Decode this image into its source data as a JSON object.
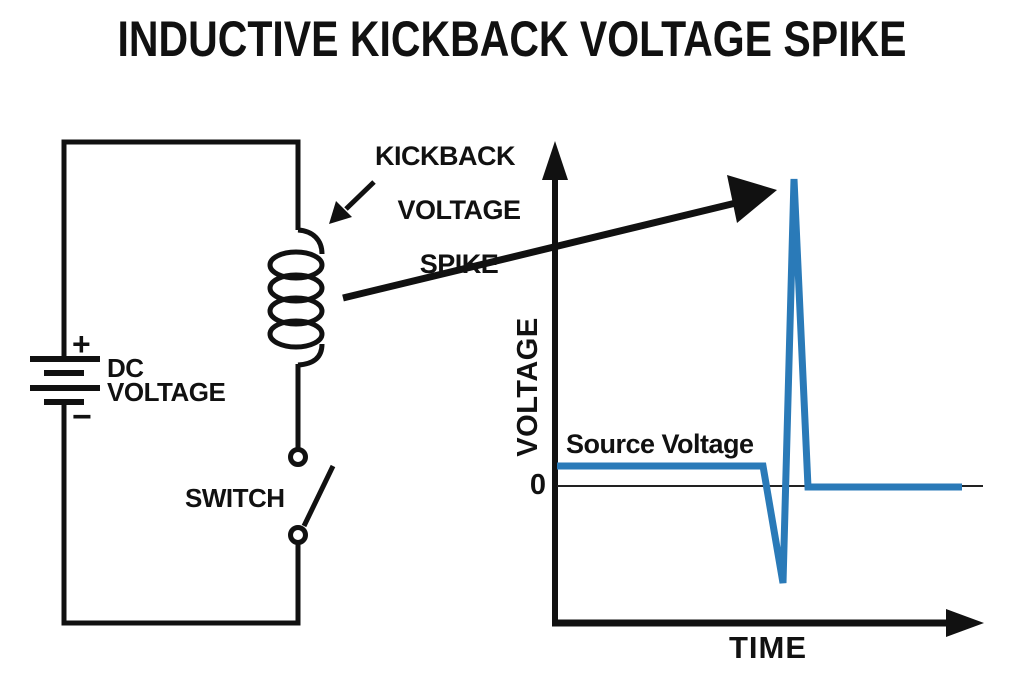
{
  "title": "INDUCTIVE KICKBACK VOLTAGE SPIKE",
  "colors": {
    "ink": "#111111",
    "trace_blue": "#2a7ab8",
    "zero_line": "#222222",
    "background": "#ffffff"
  },
  "circuit": {
    "battery": {
      "plus": "+",
      "minus": "−",
      "label_line1": "DC",
      "label_line2": "VOLTAGE"
    },
    "switch_label": "SWITCH",
    "kickback_label": {
      "line1": "KICKBACK",
      "line2": "VOLTAGE",
      "line3": "SPIKE"
    }
  },
  "graph": {
    "y_axis_label": "VOLTAGE",
    "x_axis_label": "TIME",
    "zero_tick": "0",
    "series_label": "Source Voltage",
    "trace_polyline_points": "557,466 763,466 783,583 794,179 808,487 962,487"
  },
  "chart_data": {
    "type": "line",
    "title": "",
    "xlabel": "TIME",
    "ylabel": "VOLTAGE",
    "x_units": "fraction of time axis (unlabeled)",
    "y_units": "multiples of the source-voltage level",
    "grid": false,
    "legend_position": "inline-label above flat segment",
    "y_zero_reference": 0,
    "series": [
      {
        "name": "Source Voltage",
        "points": [
          {
            "t": 0.01,
            "v": 1.0
          },
          {
            "t": 0.49,
            "v": 1.0
          },
          {
            "t": 0.53,
            "v": -4.6
          },
          {
            "t": 0.56,
            "v": 14.6
          },
          {
            "t": 0.59,
            "v": 0.0
          },
          {
            "t": 0.95,
            "v": 0.0
          }
        ]
      }
    ],
    "annotations": [
      "Source Voltage",
      "0",
      "KICKBACK VOLTAGE SPIKE arrow points to the tall positive spike"
    ]
  }
}
